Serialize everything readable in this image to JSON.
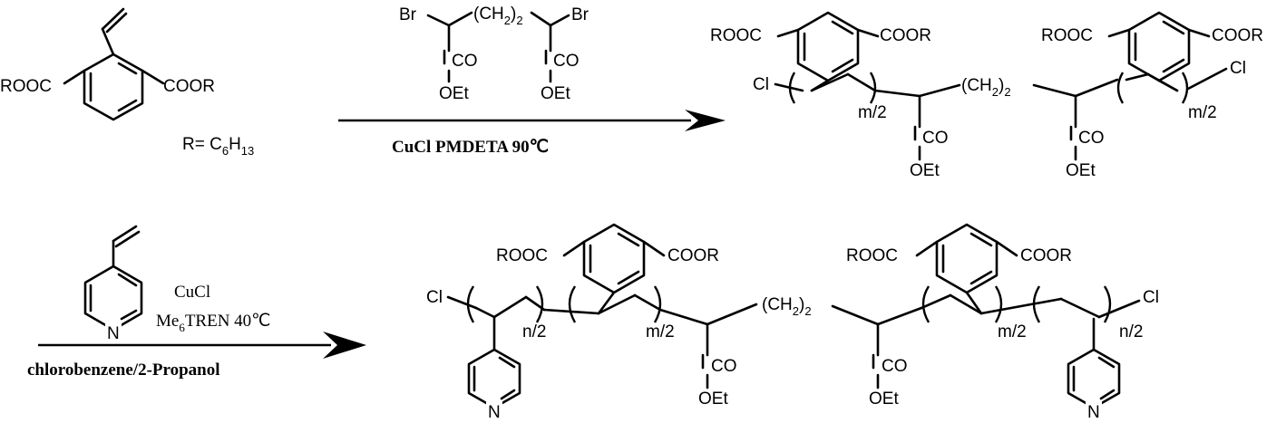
{
  "monomer": {
    "left_group": "ROOC",
    "right_group": "COOR",
    "r_def": "R= C",
    "r_sub1": "6",
    "r_mid": "H",
    "r_sub2": "13"
  },
  "initiator": {
    "br": "Br",
    "chain": "(CH",
    "chain_sub": "2",
    "chain_end": ")",
    "chain_sub2": "2",
    "co": "CO",
    "oet": "OEt"
  },
  "step1": {
    "conditions": "CuCl  PMDETA 90℃"
  },
  "macroinitiator": {
    "cl": "Cl",
    "rooc": "ROOC",
    "coor": "COOR",
    "m2": "m/2",
    "co": "CO",
    "oet": "OEt",
    "ch2": "(CH",
    "ch2_sub": "2",
    "ch2_close": ")",
    "ch2_sub2": "2"
  },
  "step2": {
    "reagent_n": "N",
    "catalyst": "CuCl",
    "ligand_pre": "Me",
    "ligand_sub": "6",
    "ligand_post": "TREN 40℃",
    "solvent": "chlorobenzene/2-Propanol"
  },
  "product": {
    "cl": "Cl",
    "rooc": "ROOC",
    "coor": "COOR",
    "n2": "n/2",
    "m2": "m/2",
    "co": "CO",
    "oet": "OEt",
    "n": "N",
    "ch2": "(CH",
    "ch2_sub": "2",
    "ch2_close": ")",
    "ch2_sub2": "2"
  }
}
